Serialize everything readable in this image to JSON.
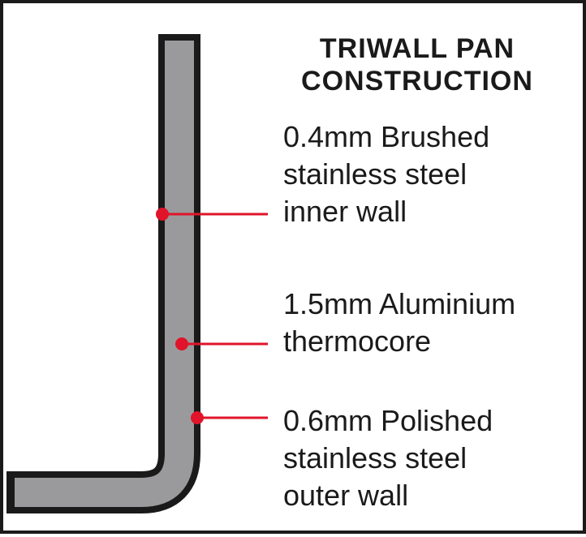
{
  "title": {
    "line1": "TRIWALL PAN",
    "line2": "CONSTRUCTION"
  },
  "layers": [
    {
      "lines": [
        "0.4mm Brushed",
        "stainless steel",
        "inner wall"
      ]
    },
    {
      "lines": [
        "1.5mm Aluminium",
        "thermocore"
      ]
    },
    {
      "lines": [
        "0.6mm Polished",
        "stainless steel",
        "outer wall"
      ]
    }
  ],
  "colors": {
    "outline": "#1a1a1a",
    "core": "#9a9a9c",
    "callout": "#e0142a"
  }
}
